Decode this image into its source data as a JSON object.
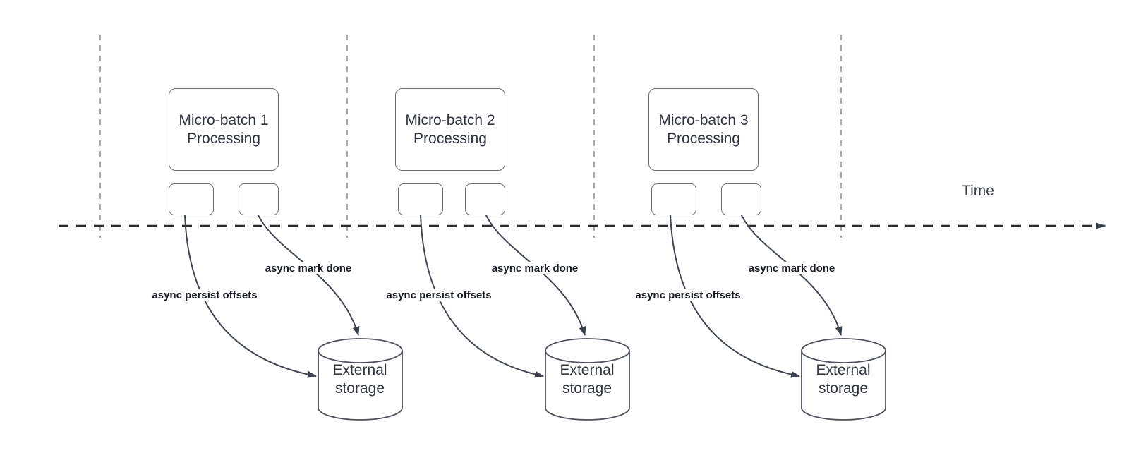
{
  "axis": {
    "time_label": "Time"
  },
  "groups": [
    {
      "processing": {
        "line1": "Micro-batch 1",
        "line2": "Processing"
      },
      "persist_label": "async persist offsets",
      "mark_done_label": "async mark done",
      "storage": {
        "line1": "External",
        "line2": "storage"
      }
    },
    {
      "processing": {
        "line1": "Micro-batch 2",
        "line2": "Processing"
      },
      "persist_label": "async persist offsets",
      "mark_done_label": "async mark done",
      "storage": {
        "line1": "External",
        "line2": "storage"
      }
    },
    {
      "processing": {
        "line1": "Micro-batch 3",
        "line2": "Processing"
      },
      "persist_label": "async persist offsets",
      "mark_done_label": "async mark done",
      "storage": {
        "line1": "External",
        "line2": "storage"
      }
    }
  ],
  "colors": {
    "timeline_axis": "#2b2b2b",
    "gridline_gray": "#a8abad",
    "arrow_stroke": "#3f4650",
    "box_border": "#686d73",
    "box_text": "#2f333b",
    "bold_label_text": "#181b21"
  }
}
